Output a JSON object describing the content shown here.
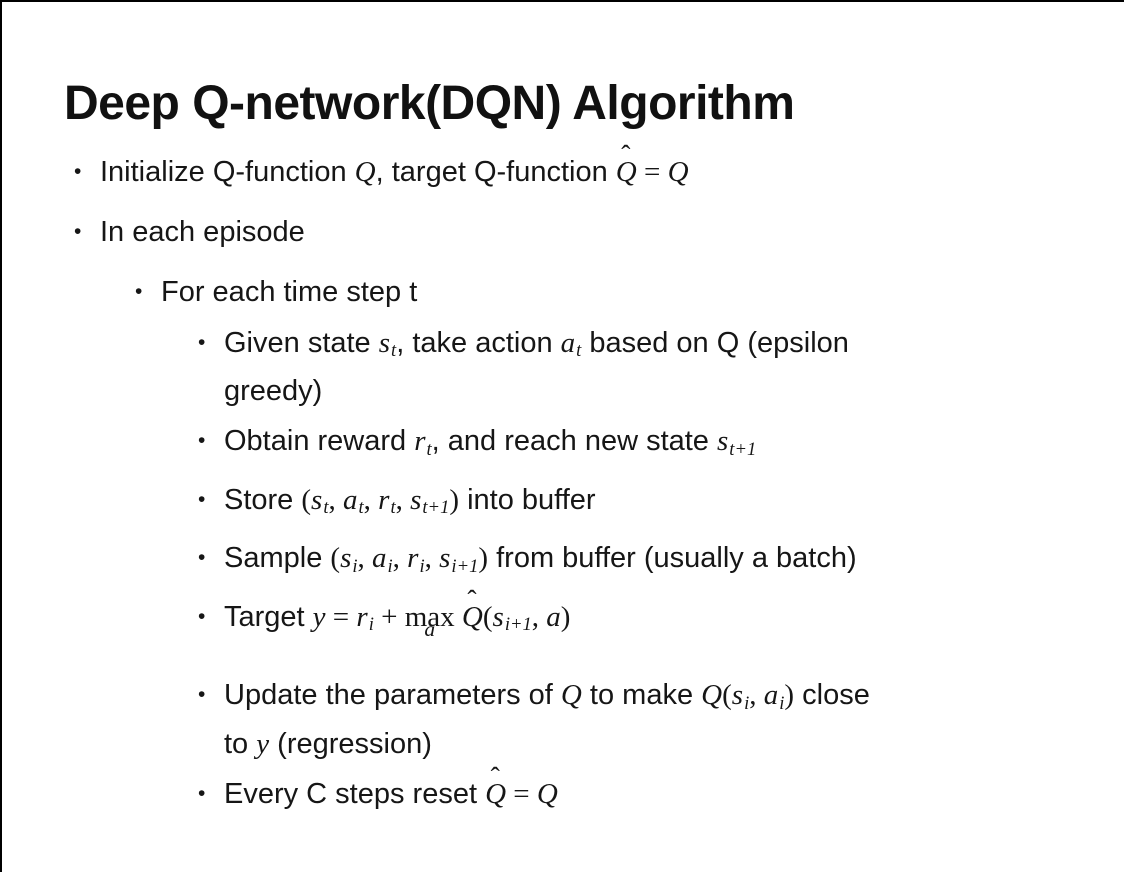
{
  "slide": {
    "title": "Deep Q-network(DQN) Algorithm",
    "bullet_glyph": "•",
    "bullets": [
      {
        "level": 1,
        "segments": [
          {
            "k": "t",
            "v": "Initialize Q-function "
          },
          {
            "k": "m",
            "v": "Q"
          },
          {
            "k": "t",
            "v": ", target Q-function "
          },
          {
            "k": "hat",
            "v": "Q"
          },
          {
            "k": "o",
            "v": " = "
          },
          {
            "k": "m",
            "v": "Q"
          }
        ]
      },
      {
        "level": 1,
        "segments": [
          {
            "k": "t",
            "v": "In each episode"
          }
        ]
      },
      {
        "level": 2,
        "segments": [
          {
            "k": "t",
            "v": "For each time step t"
          }
        ]
      },
      {
        "level": 3,
        "segments": [
          {
            "k": "t",
            "v": "Given state "
          },
          {
            "k": "sub",
            "b": "s",
            "s": "t"
          },
          {
            "k": "t",
            "v": ", take action "
          },
          {
            "k": "sub",
            "b": "a",
            "s": "t"
          },
          {
            "k": "t",
            "v": " based on Q (epsilon"
          },
          {
            "k": "br"
          },
          {
            "k": "t",
            "v": "greedy)"
          }
        ]
      },
      {
        "level": 3,
        "segments": [
          {
            "k": "t",
            "v": "Obtain reward "
          },
          {
            "k": "sub",
            "b": "r",
            "s": "t"
          },
          {
            "k": "t",
            "v": ", and reach new state "
          },
          {
            "k": "sub",
            "b": "s",
            "s": "t+1"
          }
        ]
      },
      {
        "level": 3,
        "segments": [
          {
            "k": "t",
            "v": "Store "
          },
          {
            "k": "o",
            "v": "("
          },
          {
            "k": "sub",
            "b": "s",
            "s": "t"
          },
          {
            "k": "o",
            "v": ", "
          },
          {
            "k": "sub",
            "b": "a",
            "s": "t"
          },
          {
            "k": "o",
            "v": ", "
          },
          {
            "k": "sub",
            "b": "r",
            "s": "t"
          },
          {
            "k": "o",
            "v": ", "
          },
          {
            "k": "sub",
            "b": "s",
            "s": "t+1"
          },
          {
            "k": "o",
            "v": ")"
          },
          {
            "k": "t",
            "v": " into buffer"
          }
        ]
      },
      {
        "level": 3,
        "segments": [
          {
            "k": "t",
            "v": "Sample "
          },
          {
            "k": "o",
            "v": "("
          },
          {
            "k": "sub",
            "b": "s",
            "s": "i"
          },
          {
            "k": "o",
            "v": ", "
          },
          {
            "k": "sub",
            "b": "a",
            "s": "i"
          },
          {
            "k": "o",
            "v": ", "
          },
          {
            "k": "sub",
            "b": "r",
            "s": "i"
          },
          {
            "k": "o",
            "v": ", "
          },
          {
            "k": "sub",
            "b": "s",
            "s": "i+1"
          },
          {
            "k": "o",
            "v": ")"
          },
          {
            "k": "t",
            "v": " from buffer (usually a batch)"
          }
        ]
      },
      {
        "level": 3,
        "segments": [
          {
            "k": "t",
            "v": "Target "
          },
          {
            "k": "m",
            "v": "y"
          },
          {
            "k": "o",
            "v": " = "
          },
          {
            "k": "sub",
            "b": "r",
            "s": "i"
          },
          {
            "k": "o",
            "v": " + "
          },
          {
            "k": "max",
            "op": "max",
            "u": "a"
          },
          {
            "k": "o",
            "v": " "
          },
          {
            "k": "hat",
            "v": "Q"
          },
          {
            "k": "o",
            "v": "("
          },
          {
            "k": "sub",
            "b": "s",
            "s": "i+1"
          },
          {
            "k": "o",
            "v": ", "
          },
          {
            "k": "m",
            "v": "a"
          },
          {
            "k": "o",
            "v": ")"
          }
        ]
      },
      {
        "level": 3,
        "segments": [
          {
            "k": "t",
            "v": "Update the parameters of "
          },
          {
            "k": "m",
            "v": "Q"
          },
          {
            "k": "t",
            "v": " to make "
          },
          {
            "k": "m",
            "v": "Q"
          },
          {
            "k": "o",
            "v": "("
          },
          {
            "k": "sub",
            "b": "s",
            "s": "i"
          },
          {
            "k": "o",
            "v": ", "
          },
          {
            "k": "sub",
            "b": "a",
            "s": "i"
          },
          {
            "k": "o",
            "v": ")"
          },
          {
            "k": "t",
            "v": " close"
          },
          {
            "k": "br"
          },
          {
            "k": "t",
            "v": "to "
          },
          {
            "k": "m",
            "v": "y"
          },
          {
            "k": "t",
            "v": " (regression)"
          }
        ]
      },
      {
        "level": 3,
        "segments": [
          {
            "k": "t",
            "v": "Every C steps reset "
          },
          {
            "k": "hat",
            "v": "Q"
          },
          {
            "k": "o",
            "v": " = "
          },
          {
            "k": "m",
            "v": "Q"
          }
        ]
      }
    ]
  }
}
